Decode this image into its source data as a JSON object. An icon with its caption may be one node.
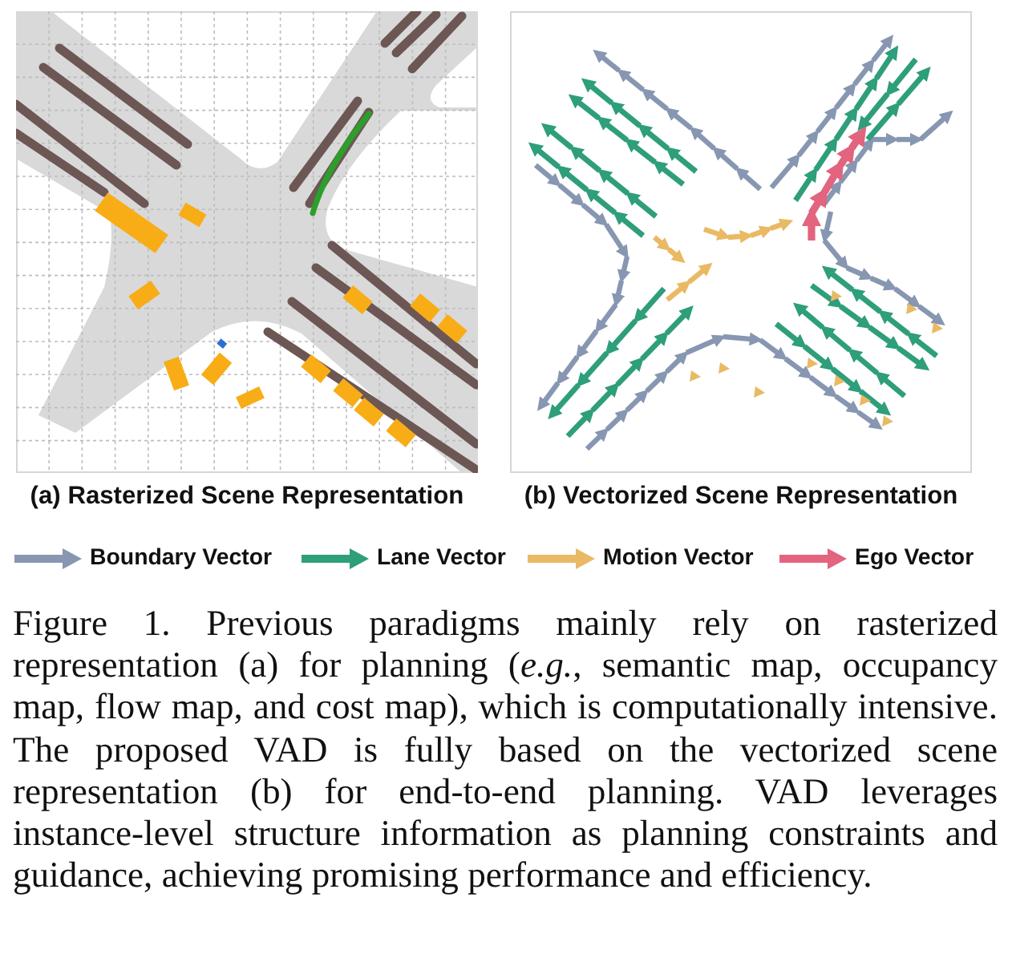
{
  "diagram": {
    "caption": "Figure 1. Previous paradigms mainly rely on rasterized representation (a) for planning (*e.g.*, semantic map, occupancy map, flow map, and cost map), which is computationally intensive. The proposed VAD is fully based on the vectorized scene representation (b) for end-to-end planning. VAD leverages instance-level structure information as planning constraints and guidance, achieving promising performance and efficiency.",
    "labels": [
      "(a) Rasterized Scene Representation",
      "(b) Vectorized Scene Representation"
    ],
    "legend": [
      {
        "text": "Boundary Vector"
      },
      {
        "text": "Lane Vector"
      },
      {
        "text": "Motion Vector"
      },
      {
        "text": "Ego Vector"
      }
    ]
  }
}
